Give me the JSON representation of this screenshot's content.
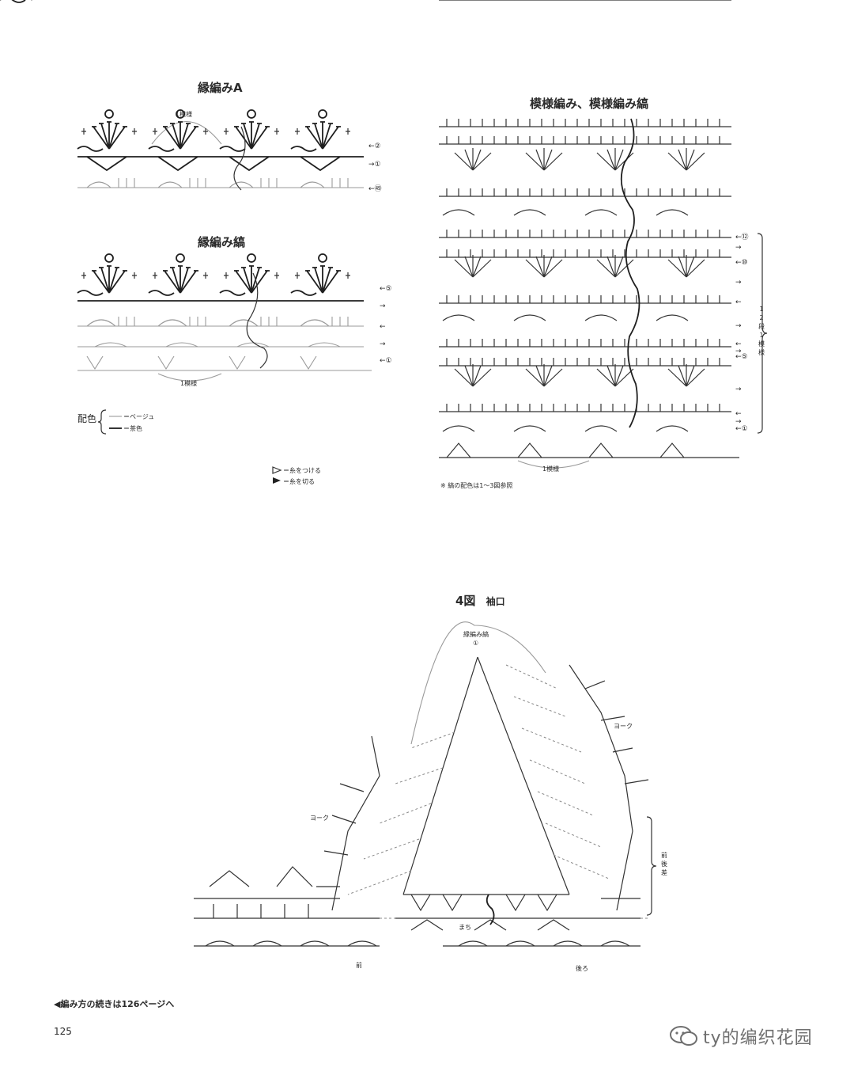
{
  "chartA": {
    "title": "縁編みA",
    "repeat_label": "1模様",
    "row_labels": [
      "←②",
      "→①",
      "←㊾"
    ]
  },
  "chartStripe": {
    "title": "縁編み縞",
    "repeat_label": "1模様",
    "row_labels": [
      "←⑤",
      "→",
      "←",
      "→",
      "←①"
    ]
  },
  "color_legend": {
    "title": "配色",
    "items": [
      "＝ベージュ",
      "＝茶色"
    ]
  },
  "thread_legend": {
    "items": [
      "＝糸をつける",
      "＝糸を切る"
    ]
  },
  "chartPattern": {
    "title": "模様編み、模様編み縞",
    "repeat_label": "1模様",
    "row_labels": [
      "←⑫",
      "→",
      "←⑩",
      "→",
      "←",
      "→",
      "←",
      "→",
      "←⑤",
      "→",
      "←",
      "→",
      "←①"
    ],
    "side_label": "12段1模様",
    "note": "※ 縞の配色は1〜3図参照"
  },
  "figure4": {
    "title": "4図",
    "subtitle": "袖口",
    "top_label": "縁編み縞",
    "top_number": "①",
    "yoke_left": "ヨーク",
    "yoke_right": "ヨーク",
    "gusset": "まち",
    "front": "前",
    "back": "後ろ",
    "side_label": "前後差"
  },
  "footer": {
    "continue": "◀編み方の続きは126ページへ",
    "page_number": "125"
  },
  "watermark": {
    "text": "ty的编织花园",
    "icon": "wechat-icon"
  }
}
